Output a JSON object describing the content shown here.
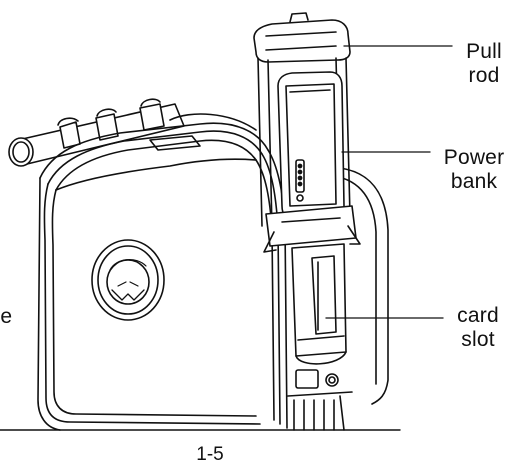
{
  "labels": {
    "pull_rod": [
      "Pull",
      "rod"
    ],
    "power_bank": [
      "Power",
      "bank"
    ],
    "card_slot": [
      "card",
      "slot"
    ]
  },
  "cut_off_letter": "e",
  "page_number": "1-5",
  "colors": {
    "line": "#111111",
    "background": "#ffffff"
  }
}
